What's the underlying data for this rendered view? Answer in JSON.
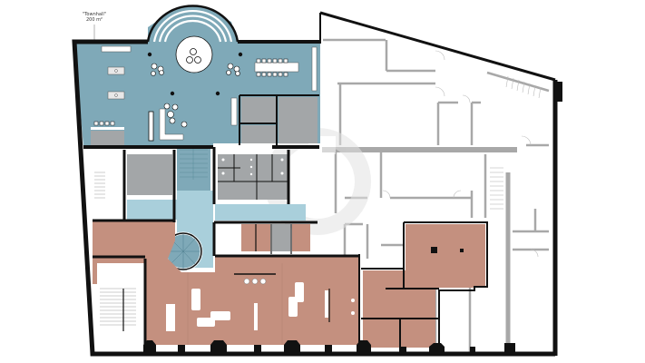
{
  "plan": {
    "type": "floor-plan",
    "zones": {
      "townhall": {
        "name": "\"Townhall\"",
        "area": "200 m²",
        "color": "#7fa9b8"
      },
      "corridor": {
        "color": "#a9cfdb"
      },
      "service": {
        "color": "#a3a6a8"
      },
      "office": {
        "color": "#c4907f"
      },
      "inactive": {
        "color": "#ffffff",
        "wall_color": "#a8a8a8"
      }
    },
    "colors": {
      "wall": "#111111",
      "furniture": "#ffffff",
      "watermark": "#e6e6e6"
    }
  }
}
